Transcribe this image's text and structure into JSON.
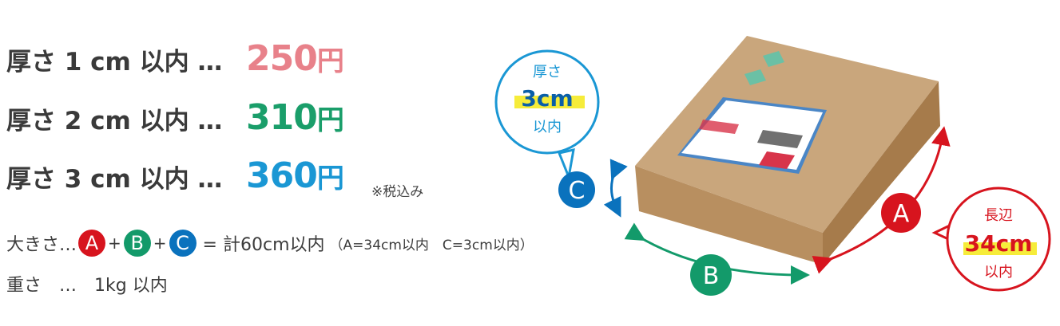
{
  "prices": [
    {
      "label": "厚さ 1 cm 以内 …",
      "price": "250",
      "unit": "円",
      "color": "#e8818a"
    },
    {
      "label": "厚さ 2 cm 以内 …",
      "price": "310",
      "unit": "円",
      "color": "#1a9e6a"
    },
    {
      "label": "厚さ 3 cm 以内 …",
      "price": "360",
      "unit": "円",
      "color": "#1a97d4"
    }
  ],
  "tax_note": "※税込み",
  "size": {
    "label": "大きさ…",
    "a": "A",
    "plus1": "+",
    "b": "B",
    "plus2": "+",
    "c": "C",
    "total": "= 計60cm以内",
    "note": "（A=34cm以内　C=3cm以内）"
  },
  "weight": {
    "label": "重さ　…　1kg 以内"
  },
  "bubble_c": {
    "line1": "厚さ",
    "line2": "3cm",
    "line3": "以内"
  },
  "bubble_a": {
    "line1": "長辺",
    "line2": "34cm",
    "line3": "以内"
  },
  "colors": {
    "a": "#d7141e",
    "b": "#139a6a",
    "c": "#0a72bd",
    "box_top": "#c9a67c",
    "box_front": "#b88f60",
    "box_side": "#a67b4b"
  }
}
